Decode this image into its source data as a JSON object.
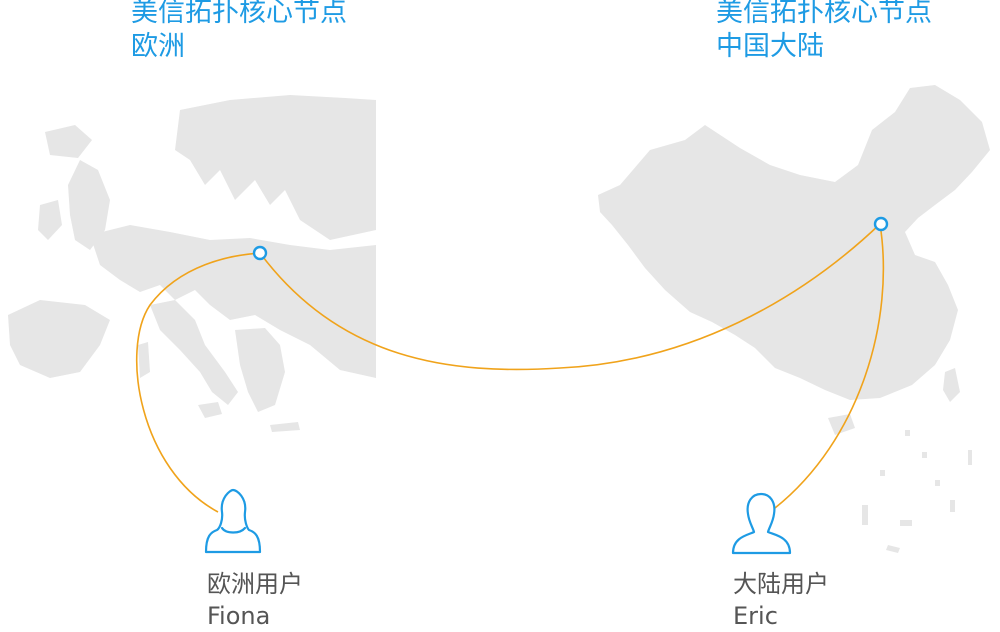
{
  "nodes": {
    "europe": {
      "title": "美信拓扑核心节点",
      "region": "欧洲"
    },
    "china": {
      "title": "美信拓扑核心节点",
      "region": "中国大陆"
    }
  },
  "users": {
    "europe": {
      "role": "欧洲用户",
      "name": "Fiona"
    },
    "china": {
      "role": "大陆用户",
      "name": "Eric"
    }
  },
  "colors": {
    "accent": "#1e9be4",
    "connection": "#f0a31b",
    "map": "#e6e6e6",
    "label": "#555555"
  },
  "icons": {
    "europe_user": "female-user-icon",
    "china_user": "male-user-icon",
    "node": "node-circle-icon"
  }
}
